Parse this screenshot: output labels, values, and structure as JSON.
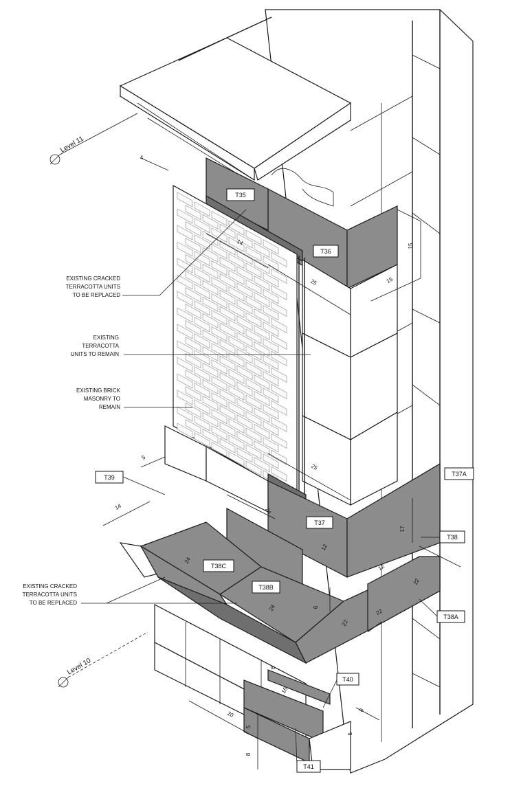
{
  "levels": [
    {
      "id": "level-11",
      "label": "Level 11"
    },
    {
      "id": "level-10",
      "label": "Level 10"
    }
  ],
  "notes": {
    "cracked_upper": [
      "EXISTING CRACKED",
      "TERRACOTTA UNITS",
      "TO BE REPLACED"
    ],
    "remain": [
      "EXISTING",
      "TERRACOTTA",
      "UNITS TO REMAIN"
    ],
    "brick": [
      "EXISTING BRICK",
      "MASONRY TO",
      "REMAIN"
    ],
    "cracked_lower": [
      "EXISTING CRACKED",
      "TERRACOTTA UNITS",
      "TO BE REPLACED"
    ]
  },
  "tags": {
    "T35": "T35",
    "T36": "T36",
    "T37": "T37",
    "T37A": "T37A",
    "T38": "T38",
    "T38A": "T38A",
    "T38B": "T38B",
    "T38C": "T38C",
    "T39": "T39",
    "T40": "T40",
    "T41": "T41"
  },
  "dims": {
    "d4": "4",
    "d14a": "14",
    "d25a": "25",
    "d15a": "15",
    "d15b": "15",
    "d5a": "5",
    "d14b": "14",
    "d25b": "25",
    "d24a": "24",
    "d17": "17",
    "d12a": "12",
    "d12b": "12",
    "d24b": "24",
    "d24c": "24",
    "d6": "6",
    "d22a": "22",
    "d22b": "22",
    "d22c": "22",
    "d8a": "8",
    "d16": "16",
    "d20": "20",
    "d8b": "8",
    "d5b": "5",
    "d5c": "5",
    "d8c": "8"
  },
  "colors": {
    "replaced_units": "#8c8c8c",
    "line": "#1a1a1a",
    "paper": "#ffffff"
  }
}
